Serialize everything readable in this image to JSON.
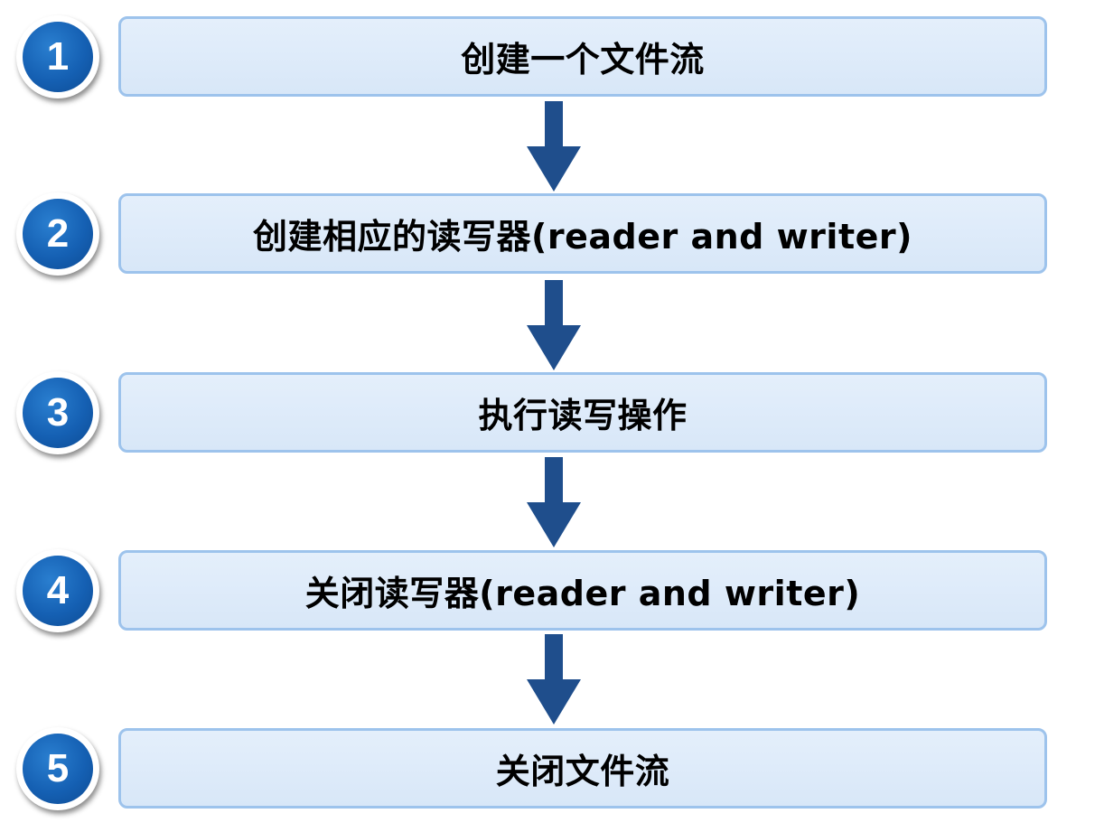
{
  "steps": [
    {
      "number": "1",
      "label": "创建一个文件流"
    },
    {
      "number": "2",
      "label": "创建相应的读写器(reader and writer)"
    },
    {
      "number": "3",
      "label": "执行读写操作"
    },
    {
      "number": "4",
      "label": "关闭读写器(reader and writer)"
    },
    {
      "number": "5",
      "label": "关闭文件流"
    }
  ],
  "colors": {
    "badge": "#1560b3",
    "box_fill": "#dce9f9",
    "box_border": "#9dc3ec",
    "arrow": "#1f4e8c"
  }
}
